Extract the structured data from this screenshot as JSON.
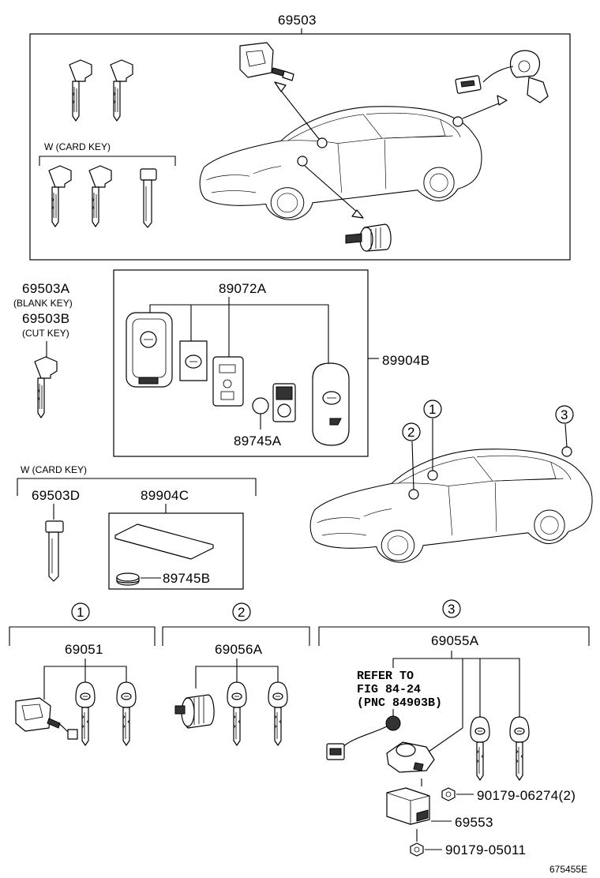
{
  "title_part": "69503",
  "labels": {
    "card_key_top": "W (CARD KEY)",
    "p69503A": "69503A",
    "blank_key": "(BLANK KEY)",
    "p69503B": "69503B",
    "cut_key": "(CUT KEY)",
    "p89072A": "89072A",
    "p89904B": "89904B",
    "p89745A": "89745A",
    "card_key_mid": "W (CARD KEY)",
    "p69503D": "69503D",
    "p89904C": "89904C",
    "p89745B": "89745B",
    "group1_num": "1",
    "group2_num": "2",
    "group3_num": "3",
    "p69051": "69051",
    "p69056A": "69056A",
    "p69055A": "69055A",
    "refer_line1": "REFER TO",
    "refer_line2": "FIG 84-24",
    "refer_line3": "(PNC 84903B)",
    "p90179_06274": "90179-06274(2)",
    "p69553": "69553",
    "p90179_05011": "90179-05011",
    "car_call1": "1",
    "car_call2": "2",
    "car_call3": "3",
    "figure_id": "675455E"
  }
}
